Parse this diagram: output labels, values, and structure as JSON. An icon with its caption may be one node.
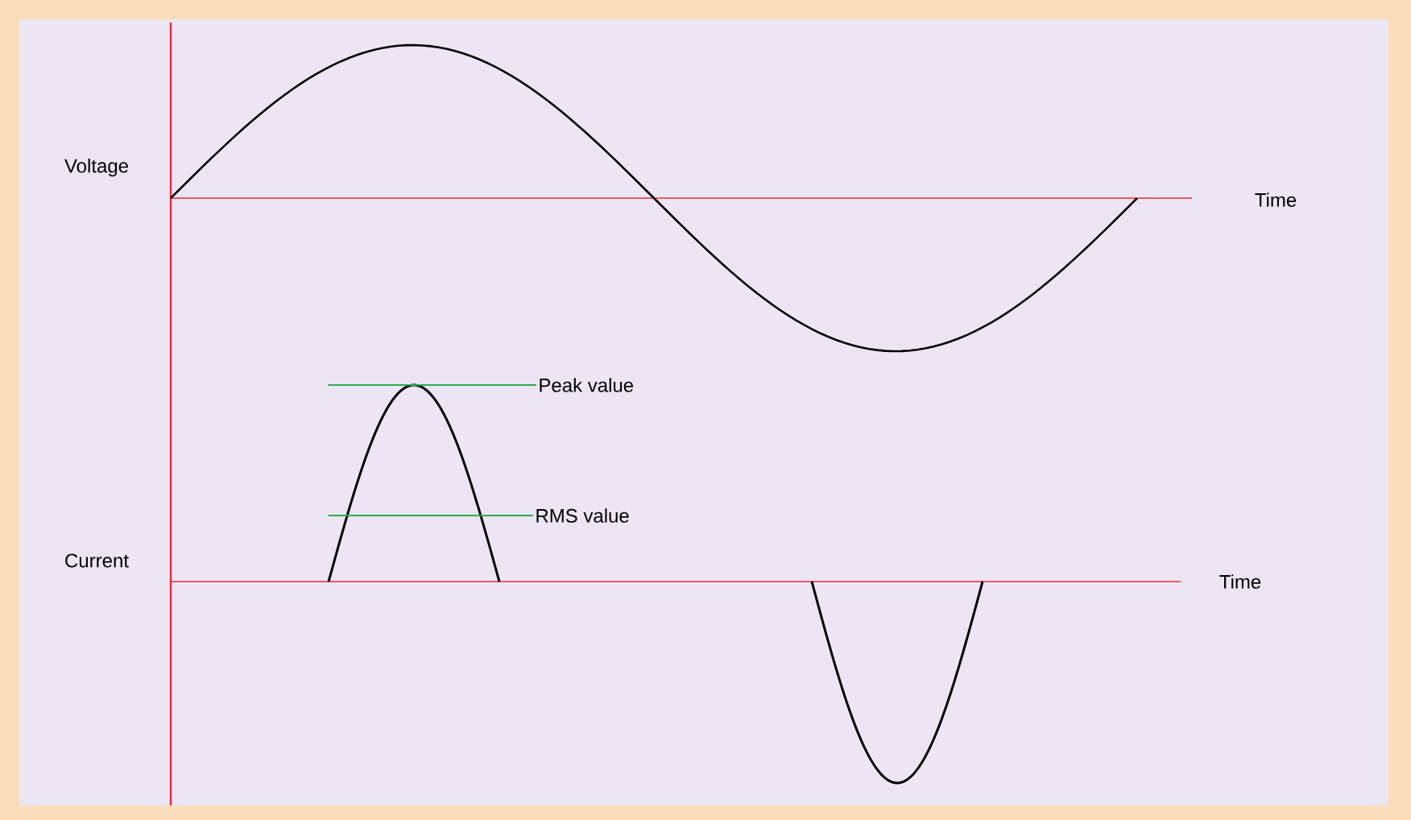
{
  "diagram": {
    "nodes": [
      {
        "text": [
          "Peak value"
        ]
      },
      {
        "text": [
          "RMS value"
        ]
      },
      {
        "text": [],
        "shape": "picture"
      }
    ],
    "edges": [
      {
        "from": 0,
        "to": 2,
        "arrow": "none"
      },
      {
        "from": 1,
        "to": 2,
        "arrow": "none"
      }
    ],
    "labels": [
      "Voltage",
      "Time",
      "Current",
      "Time"
    ]
  }
}
